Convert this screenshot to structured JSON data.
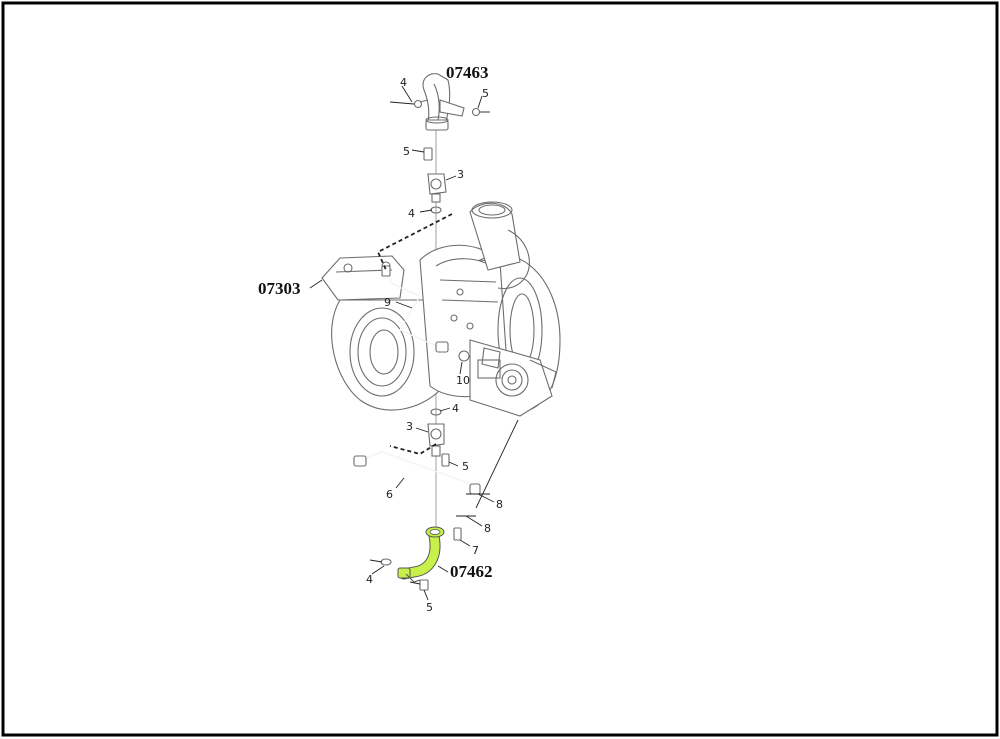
{
  "diagram": {
    "part_codes": {
      "top_pipe": "07463",
      "turbo": "07303",
      "bottom_pipe": "07462"
    },
    "callouts": {
      "c4_top": "4",
      "c5_top": "5",
      "c5_mid": "5",
      "c3_top": "3",
      "c4_mid": "4",
      "c9": "9",
      "c10": "10",
      "c4_low": "4",
      "c3_low": "3",
      "c5_low": "5",
      "c6": "6",
      "c8_a": "8",
      "c8_b": "8",
      "c7": "7",
      "c4_bot": "4",
      "c5_bot": "5"
    },
    "highlight_color": "#c8f04a",
    "frame_color": "#000000"
  }
}
